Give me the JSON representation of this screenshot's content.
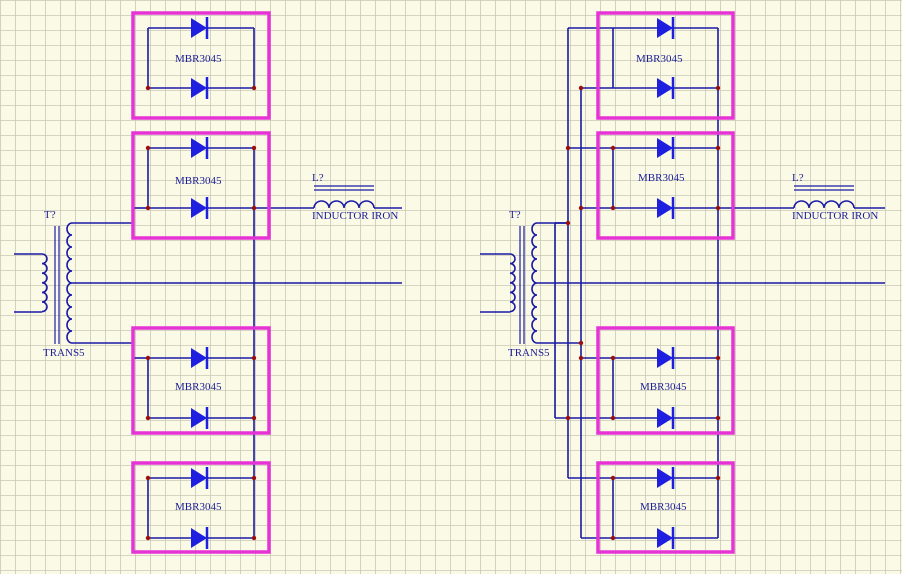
{
  "colors": {
    "background": "#fafae6",
    "grid": "#c8c8b4",
    "wire": "#1a1aa6",
    "diode": "#1f1fe0",
    "highlight": "#e633d6",
    "junction": "#9a1010"
  },
  "left": {
    "transformer": {
      "designator": "T?",
      "type": "TRANS5"
    },
    "inductor": {
      "designator": "L?",
      "type": "INDUCTOR IRON"
    },
    "modules": [
      {
        "part": "MBR3045"
      },
      {
        "part": "MBR3045"
      },
      {
        "part": "MBR3045"
      },
      {
        "part": "MBR3045"
      }
    ]
  },
  "right": {
    "transformer": {
      "designator": "T?",
      "type": "TRANS5"
    },
    "inductor": {
      "designator": "L?",
      "type": "INDUCTOR IRON"
    },
    "modules": [
      {
        "part": "MBR3045"
      },
      {
        "part": "MBR3045"
      },
      {
        "part": "MBR3045"
      },
      {
        "part": "MBR3045"
      }
    ]
  }
}
